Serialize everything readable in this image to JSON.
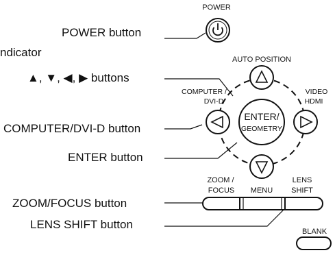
{
  "callouts": {
    "power_button": "POWER button",
    "indicator": "ndicator",
    "arrow_buttons": "▲, ▼, ◀, ▶ buttons",
    "computer_button": "COMPUTER/DVI-D button",
    "enter_button": "ENTER button",
    "zoom_focus_button": "ZOOM/FOCUS button",
    "lens_shift_button": "LENS SHIFT button"
  },
  "panel": {
    "power": "POWER",
    "auto_position": "AUTO POSITION",
    "computer_line1": "COMPUTER /",
    "computer_line2": "DVI-D",
    "video_line1": "VIDEO",
    "video_line2": "HDMI",
    "enter_line1": "ENTER/",
    "enter_line2": "GEOMETRY",
    "zoom_line1": "ZOOM /",
    "zoom_line2": "FOCUS",
    "menu": "MENU",
    "lens_line1": "LENS",
    "lens_line2": "SHIFT",
    "blank": "BLANK"
  },
  "colors": {
    "ink": "#111111",
    "background": "#ffffff"
  },
  "icons": [
    "power-icon",
    "up-triangle-icon",
    "down-triangle-icon",
    "left-triangle-icon",
    "right-triangle-icon"
  ]
}
